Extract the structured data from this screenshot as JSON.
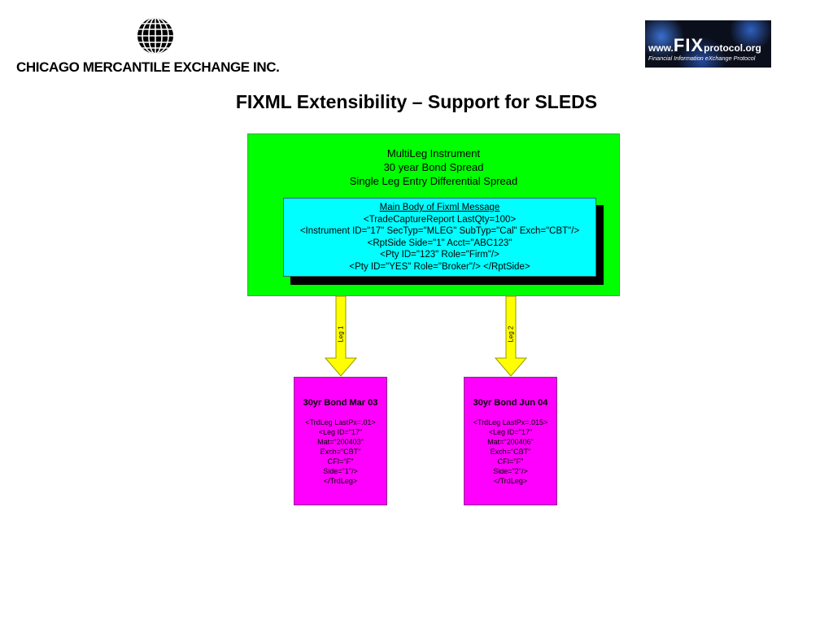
{
  "header": {
    "cme_name": "CHICAGO MERCANTILE EXCHANGE",
    "cme_suffix": "INC.",
    "fix_prefix": "www.",
    "fix_big": "FIX",
    "fix_suffix": "protocol.org",
    "fix_tagline": "Financial Information eXchange Protocol"
  },
  "title": "FIXML Extensibility – Support for SLEDS",
  "multileg_box": {
    "lines": [
      "MultiLeg Instrument",
      "30 year Bond Spread",
      "Single Leg Entry Differential Spread"
    ]
  },
  "message_box": {
    "heading": "Main Body of Fixml Message",
    "lines": [
      "<TradeCaptureReport LastQty=100>",
      "<Instrument ID=\"17\" SecTyp=\"MLEG\" SubTyp=\"Cal\" Exch=\"CBT\"/>",
      "<RptSide Side=\"1\" Acct=\"ABC123\"",
      "<Pty ID=\"123\" Role=\"Firm\"/>",
      "<Pty ID=\"YES\" Role=\"Broker\"/> </RptSide>"
    ]
  },
  "arrows": {
    "leg1_label": "Leg 1",
    "leg2_label": "Leg 2",
    "arrow_color": "#ffff00"
  },
  "legs": [
    {
      "title": "30yr Bond Mar 03",
      "lines": [
        "<TrdLeg LastPx=.01>",
        "<Leg ID=\"17\"",
        "Mat=\"200403\"",
        "Exch=\"CBT\"",
        "CFI=\"F\"",
        "Side=\"1\"/>",
        "</TrdLeg>"
      ]
    },
    {
      "title": "30yr Bond Jun 04",
      "lines": [
        "<TrdLeg LastPx=.015>",
        "<Leg ID=\"17\"",
        "Mat=\"200406\"",
        "Exch=\"CBT\"",
        "CFI=\"F\"",
        "Side=\"2\"/>",
        "</TrdLeg>"
      ]
    }
  ],
  "colors": {
    "outer_box": "#00ff00",
    "inner_box": "#00ffff",
    "leg_box": "#ff00ff"
  }
}
